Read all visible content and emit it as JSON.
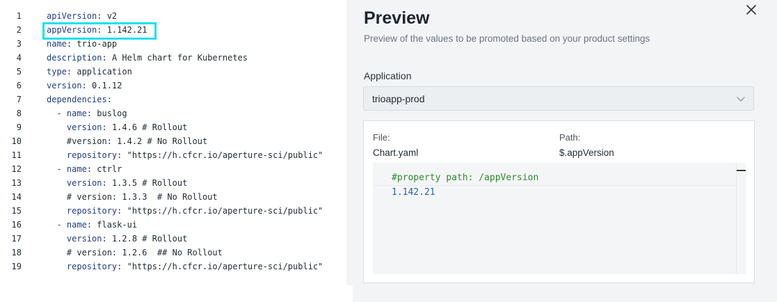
{
  "editor": {
    "lines": [
      {
        "num": "1",
        "indent": "",
        "key": "apiVersion",
        "sep": ": ",
        "value": "v2"
      },
      {
        "num": "2",
        "indent": "",
        "key": "appVersion",
        "sep": ": ",
        "value": "1.142.21"
      },
      {
        "num": "3",
        "indent": "",
        "key": "name",
        "sep": ": ",
        "value": "trio-app"
      },
      {
        "num": "4",
        "indent": "",
        "key": "description",
        "sep": ": ",
        "value": "A Helm chart for Kubernetes"
      },
      {
        "num": "5",
        "indent": "",
        "key": "type",
        "sep": ": ",
        "value": "application"
      },
      {
        "num": "6",
        "indent": "",
        "key": "version",
        "sep": ": ",
        "value": "0.1.12"
      },
      {
        "num": "7",
        "indent": "",
        "key": "dependencies",
        "sep": ":",
        "value": ""
      },
      {
        "num": "8",
        "indent": "  - ",
        "key": "name",
        "sep": ": ",
        "value": "buslog"
      },
      {
        "num": "9",
        "indent": "    ",
        "key": "version",
        "sep": ": ",
        "value": "1.4.6 # Rollout"
      },
      {
        "num": "10",
        "indent": "    ",
        "key": "",
        "sep": "",
        "value": "#version: 1.4.2 # No Rollout"
      },
      {
        "num": "11",
        "indent": "    ",
        "key": "repository",
        "sep": ": ",
        "value": "\"https://h.cfcr.io/aperture-sci/public\""
      },
      {
        "num": "12",
        "indent": "  - ",
        "key": "name",
        "sep": ": ",
        "value": "ctrlr"
      },
      {
        "num": "13",
        "indent": "    ",
        "key": "version",
        "sep": ": ",
        "value": "1.3.5 # Rollout"
      },
      {
        "num": "14",
        "indent": "    ",
        "key": "",
        "sep": "",
        "value": "# version: 1.3.3  # No Rollout"
      },
      {
        "num": "15",
        "indent": "    ",
        "key": "repository",
        "sep": ": ",
        "value": "\"https://h.cfcr.io/aperture-sci/public\""
      },
      {
        "num": "16",
        "indent": "  - ",
        "key": "name",
        "sep": ": ",
        "value": "flask-ui"
      },
      {
        "num": "17",
        "indent": "    ",
        "key": "version",
        "sep": ": ",
        "value": "1.2.8 # Rollout"
      },
      {
        "num": "18",
        "indent": "    ",
        "key": "",
        "sep": "",
        "value": "# version: 1.2.6  ## No Rollout"
      },
      {
        "num": "19",
        "indent": "    ",
        "key": "repository",
        "sep": ": ",
        "value": "\"https://h.cfcr.io/aperture-sci/public\""
      }
    ]
  },
  "preview": {
    "title": "Preview",
    "subtitle": "Preview of the values to be promoted based on your product settings",
    "application_label": "Application",
    "application_value": "trioapp-prod",
    "file_label": "File:",
    "file_value": "Chart.yaml",
    "path_label": "Path:",
    "path_value": "$.appVersion",
    "code_comment": "#property path: /appVersion",
    "code_value": "1.142.21"
  },
  "icons": {
    "close": "close-icon",
    "dropdown": "chevron-down-icon"
  },
  "colors": {
    "highlight": "#19e0f0",
    "yaml_key": "#1e3c82",
    "comment": "#2f8a2f",
    "value": "#2b5fb0",
    "panel_bg": "#f3f4f6"
  }
}
